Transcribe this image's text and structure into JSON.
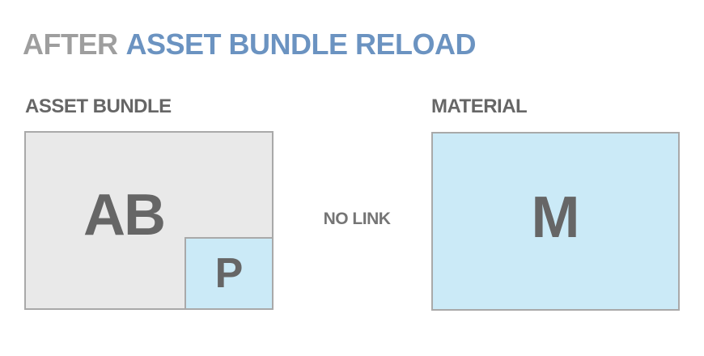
{
  "title": {
    "prefix": "AFTER",
    "highlight": "ASSET BUNDLE RELOAD"
  },
  "groups": {
    "asset_bundle": {
      "label": "ASSET BUNDLE",
      "main_letter": "AB",
      "sub_letter": "P"
    },
    "material": {
      "label": "MATERIAL",
      "main_letter": "M"
    }
  },
  "relation": {
    "label": "NO LINK"
  },
  "colors": {
    "title_prefix": "#9e9e9e",
    "title_highlight": "#6b93c1",
    "label_text": "#666666",
    "letter_text": "#666666",
    "no_link_text": "#757575",
    "asset_bundle_fill": "#e9e9e9",
    "blue_fill": "#cbeaf7",
    "box_border": "#a9a9a9",
    "background": "#ffffff"
  }
}
